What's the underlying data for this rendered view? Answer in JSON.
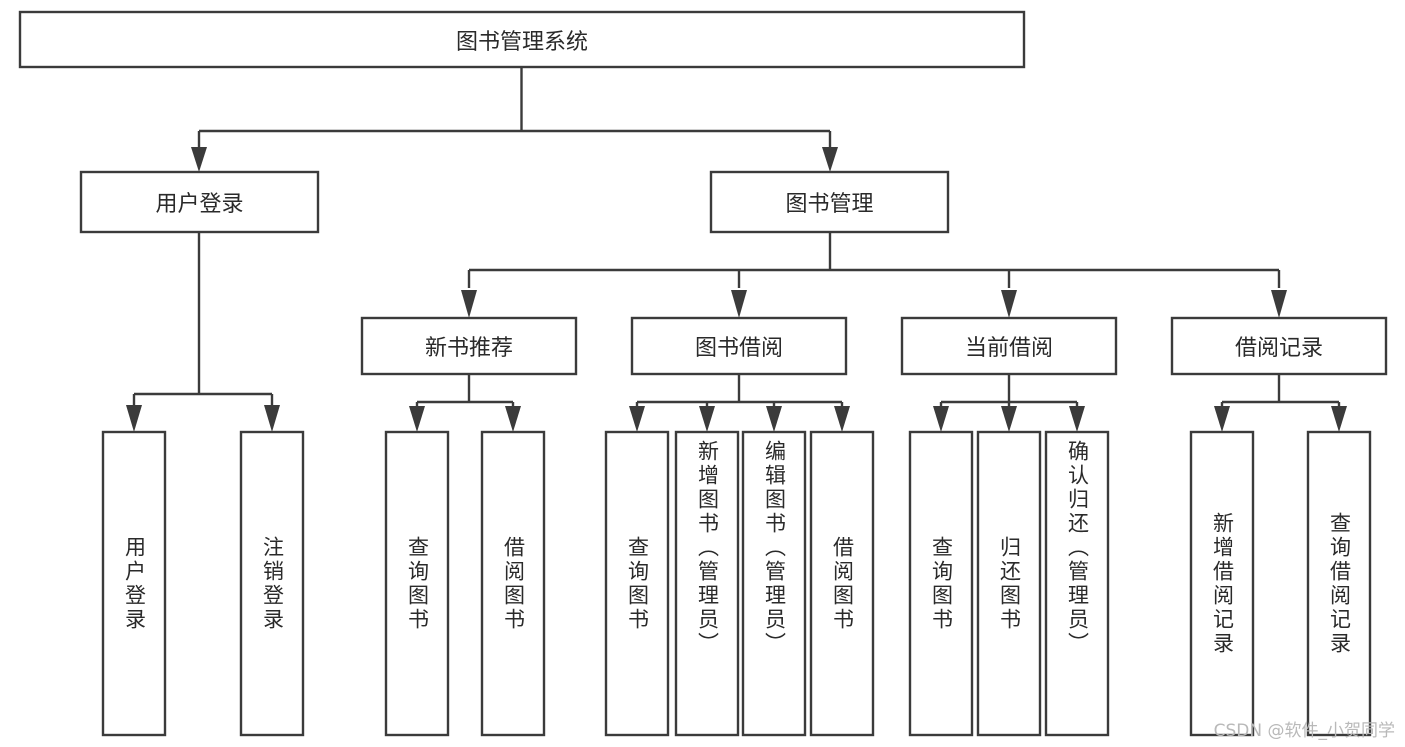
{
  "diagram": {
    "title": "图书管理系统",
    "type": "tree",
    "watermark": "CSDN @软件_小贺同学",
    "nodes": {
      "root": {
        "label": "图书管理系统",
        "orientation": "horizontal"
      },
      "l2_user": {
        "label": "用户登录",
        "orientation": "horizontal"
      },
      "l2_book": {
        "label": "图书管理",
        "orientation": "horizontal"
      },
      "l3_new": {
        "label": "新书推荐",
        "orientation": "horizontal"
      },
      "l3_borrow": {
        "label": "图书借阅",
        "orientation": "horizontal"
      },
      "l3_current": {
        "label": "当前借阅",
        "orientation": "horizontal"
      },
      "l3_record": {
        "label": "借阅记录",
        "orientation": "horizontal"
      },
      "leaf_user_login": {
        "label": "用户登录",
        "orientation": "vertical"
      },
      "leaf_user_logout": {
        "label": "注销登录",
        "orientation": "vertical"
      },
      "leaf_new_query": {
        "label": "查询图书",
        "orientation": "vertical"
      },
      "leaf_new_borrow": {
        "label": "借阅图书",
        "orientation": "vertical"
      },
      "leaf_borrow_query": {
        "label": "查询图书",
        "orientation": "vertical"
      },
      "leaf_borrow_add": {
        "label": "新增图书（管理员）",
        "orientation": "vertical"
      },
      "leaf_borrow_edit": {
        "label": "编辑图书（管理员）",
        "orientation": "vertical"
      },
      "leaf_borrow_do": {
        "label": "借阅图书",
        "orientation": "vertical"
      },
      "leaf_current_query": {
        "label": "查询图书",
        "orientation": "vertical"
      },
      "leaf_current_return": {
        "label": "归还图书",
        "orientation": "vertical"
      },
      "leaf_current_confirm": {
        "label": "确认归还（管理员）",
        "orientation": "vertical"
      },
      "leaf_record_add": {
        "label": "新增借阅记录",
        "orientation": "vertical"
      },
      "leaf_record_query": {
        "label": "查询借阅记录",
        "orientation": "vertical"
      }
    },
    "colors": {
      "stroke": "#3b3b3b",
      "fill": "#ffffff",
      "text": "#2a2a2a",
      "watermark": "#b9b9b9",
      "background": "#ffffff"
    }
  }
}
